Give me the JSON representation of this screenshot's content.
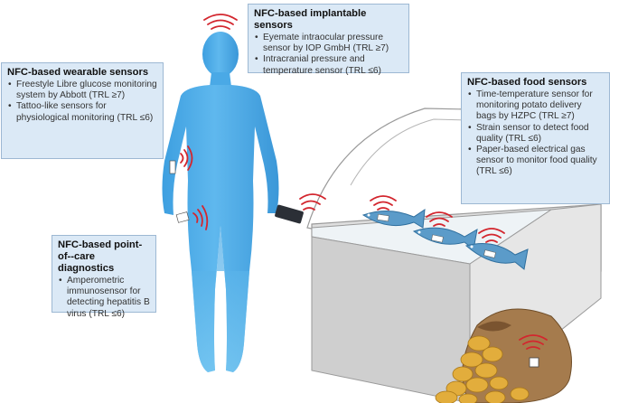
{
  "colors": {
    "body": "#4aa9e6",
    "body_light": "#8fd0f5",
    "box_bg": "#dbe9f6",
    "box_border": "#9db8d3",
    "signal": "#d3262e",
    "counter": "#c9c9c9",
    "fish": "#5b9bc9",
    "sack": "#a57b4d",
    "potato": "#e2ad3c"
  },
  "boxes": {
    "implantable": {
      "title": "NFC-based implantable sensors",
      "items": [
        "Eyemate intraocular pressure sensor by IOP GmbH (TRL ≥7)",
        "Intracranial pressure and temperature sensor (TRL ≤6)"
      ]
    },
    "wearable": {
      "title": "NFC-based wearable sensors",
      "items": [
        "Freestyle Libre glucose monitoring system by Abbott (TRL ≥7)",
        "Tattoo-like sensors for physiological monitoring (TRL ≤6)"
      ]
    },
    "food": {
      "title": "NFC-based food sensors",
      "items": [
        "Time-temperature sensor for monitoring potato delivery bags by HZPC (TRL ≥7)",
        "Strain sensor to detect food quality (TRL ≤6)",
        "Paper-based electrical gas sensor to monitor food quality (TRL ≤6)"
      ]
    },
    "poc": {
      "title": "NFC-based point-of--care diagnostics",
      "items": [
        "Amperometric immunosensor for detecting hepatitis B virus (TRL ≤6)"
      ]
    }
  },
  "icons": [
    "human-body-figure",
    "smartphone-icon",
    "nfc-signal-icon",
    "fish-icon",
    "potato-sack-icon",
    "sensor-patch-icon"
  ]
}
